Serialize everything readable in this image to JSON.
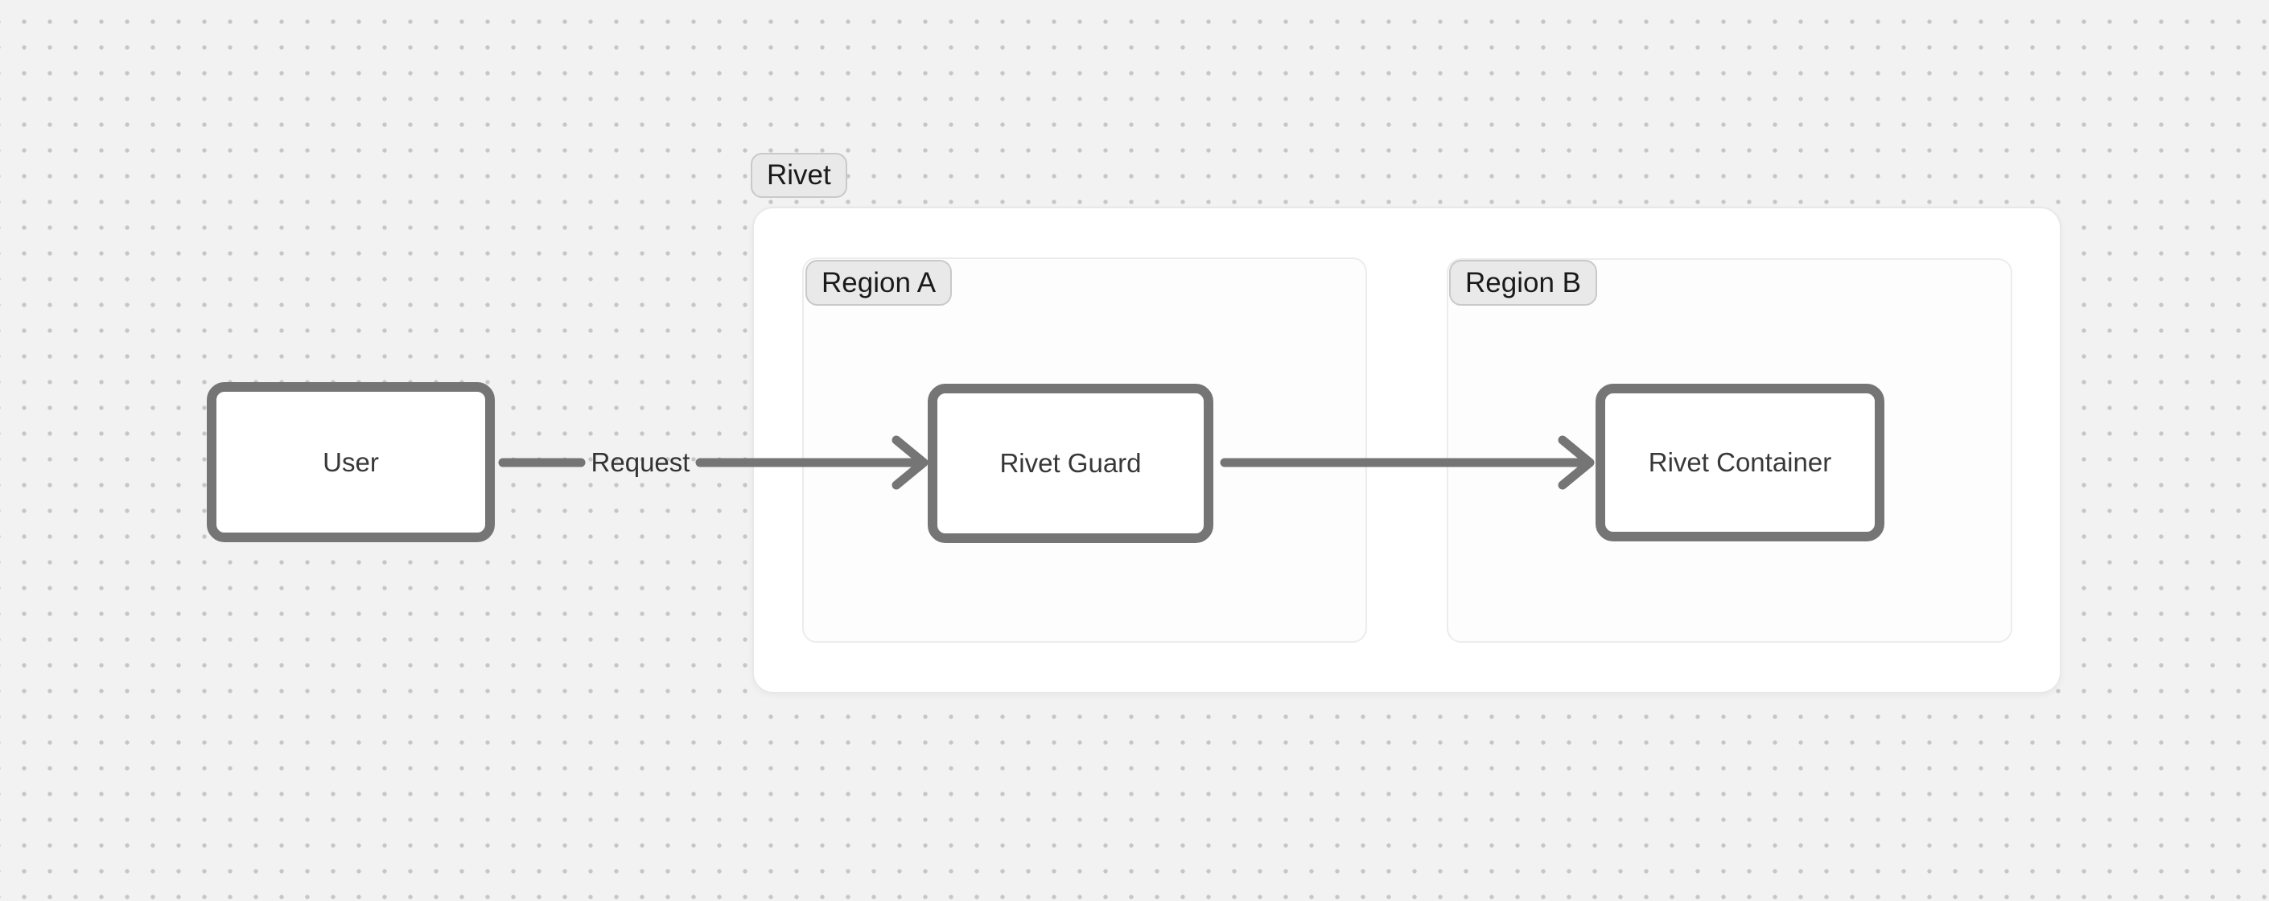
{
  "diagram": {
    "groups": {
      "rivet": {
        "label": "Rivet"
      },
      "region_a": {
        "label": "Region A"
      },
      "region_b": {
        "label": "Region B"
      }
    },
    "nodes": {
      "user": {
        "label": "User"
      },
      "rivet_guard": {
        "label": "Rivet Guard"
      },
      "rivet_container": {
        "label": "Rivet Container"
      }
    },
    "edges": [
      {
        "from": "User",
        "to": "Rivet Guard",
        "label": "Request"
      },
      {
        "from": "Rivet Guard",
        "to": "Rivet Container",
        "label": ""
      }
    ]
  },
  "colors": {
    "canvas_bg": "#f2f2f2",
    "canvas_dot": "#c6c6c6",
    "group_bg": "#ffffff",
    "group_border": "#e8e8e8",
    "region_bg": "#fdfdfd",
    "region_border": "#ececec",
    "pill_bg": "#e9e9e9",
    "pill_border": "#c9c9c9",
    "pill_text": "#1a1a1a",
    "node_bg": "#ffffff",
    "node_border": "#757575",
    "node_text": "#383838",
    "connector": "#757575",
    "edge_label_text": "#333333"
  }
}
